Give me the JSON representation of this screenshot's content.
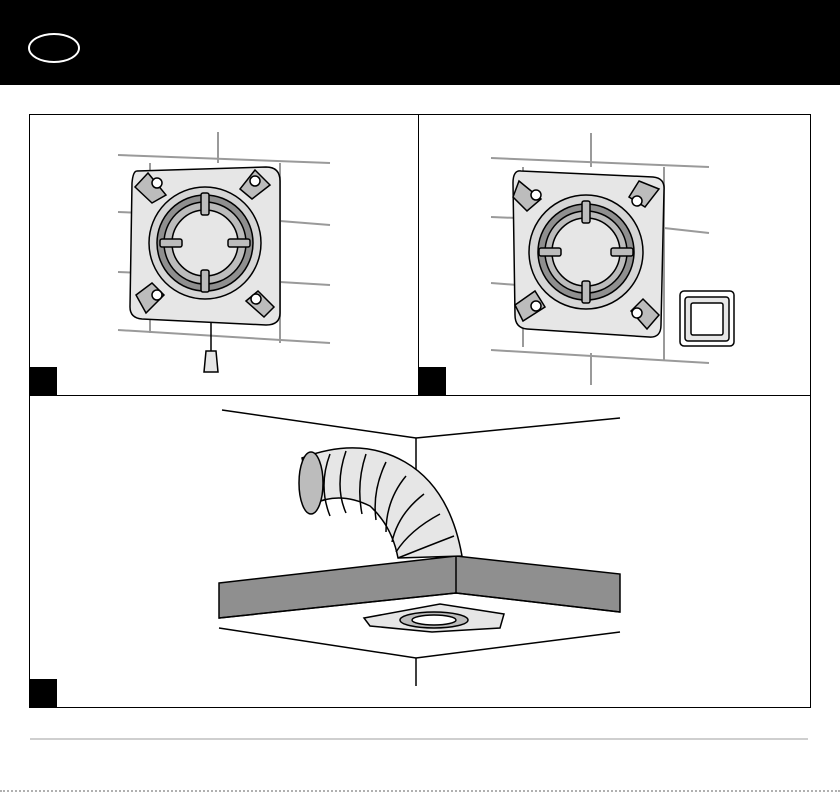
{
  "header": {
    "language_code": ""
  },
  "panels": [
    {
      "tag": "",
      "icon": "wall-fan-with-pull-cord"
    },
    {
      "tag": "",
      "icon": "wall-fan-with-wall-switch"
    },
    {
      "tag": "",
      "icon": "ceiling-fan-with-flexible-duct"
    }
  ],
  "colors": {
    "header": "#000000",
    "line": "#000000",
    "fill_light": "#e6e6e6",
    "fill_mid": "#bcbcbc",
    "fill_dark": "#8f8f8f",
    "rule": "#cfcfcf"
  }
}
